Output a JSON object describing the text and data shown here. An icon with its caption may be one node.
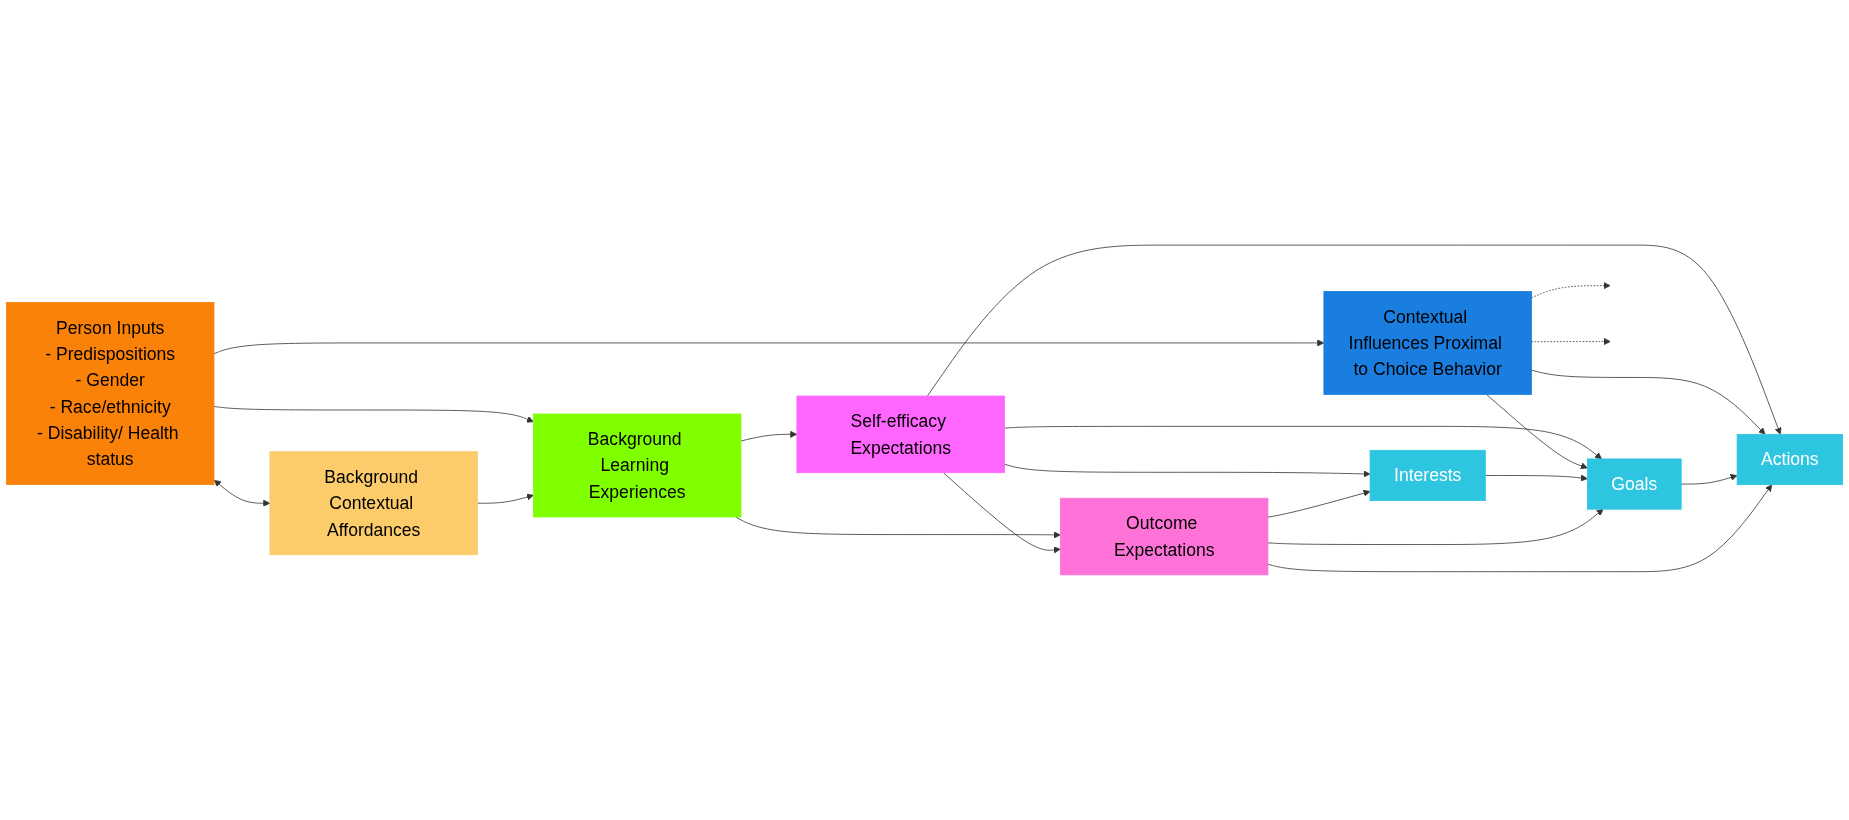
{
  "diagram": {
    "nodes": [
      {
        "text": [
          "Person Inputs",
          "- Predispositions",
          "- Gender",
          "- Race/ethnicity",
          "- Disability/ Health status"
        ]
      },
      {
        "text": [
          "Contextual Influences Proximal to Choice Behavior"
        ]
      },
      {
        "text": [
          "Self-efficacy Expectations"
        ]
      },
      {
        "text": [
          "Background Learning Experiences"
        ]
      },
      {
        "text": [
          "Interests"
        ]
      },
      {
        "text": [
          "Goals"
        ]
      },
      {
        "text": [
          "Actions"
        ]
      },
      {
        "text": [
          "Background Contextual Affordances"
        ]
      },
      {
        "text": [
          "Outcome Expectations"
        ]
      }
    ],
    "edges": [
      {
        "from": 0,
        "to": 1,
        "arrow": "to"
      },
      {
        "from": 0,
        "to": 3,
        "arrow": "to"
      },
      {
        "from": 0,
        "to": 7,
        "arrow": "both"
      },
      {
        "from": 7,
        "to": 3,
        "arrow": "to"
      },
      {
        "from": 3,
        "to": 2,
        "arrow": "to"
      },
      {
        "from": 3,
        "to": 8,
        "arrow": "to"
      },
      {
        "from": 2,
        "to": 8,
        "arrow": "to"
      },
      {
        "from": 2,
        "to": 4,
        "arrow": "to"
      },
      {
        "from": 2,
        "to": 5,
        "arrow": "to"
      },
      {
        "from": 2,
        "to": 6,
        "arrow": "to"
      },
      {
        "from": 1,
        "to": null,
        "arrow": "to",
        "style": "dashed"
      },
      {
        "from": 1,
        "to": 5,
        "arrow": "to"
      },
      {
        "from": 1,
        "to": null,
        "arrow": "to",
        "style": "dashed"
      },
      {
        "from": 1,
        "to": 6,
        "arrow": "to"
      },
      {
        "from": 4,
        "to": 5,
        "arrow": "to"
      },
      {
        "from": 5,
        "to": 6,
        "arrow": "to"
      },
      {
        "from": 8,
        "to": 4,
        "arrow": "to"
      },
      {
        "from": 8,
        "to": 5,
        "arrow": "to"
      },
      {
        "from": 8,
        "to": 6,
        "arrow": "to"
      }
    ]
  }
}
